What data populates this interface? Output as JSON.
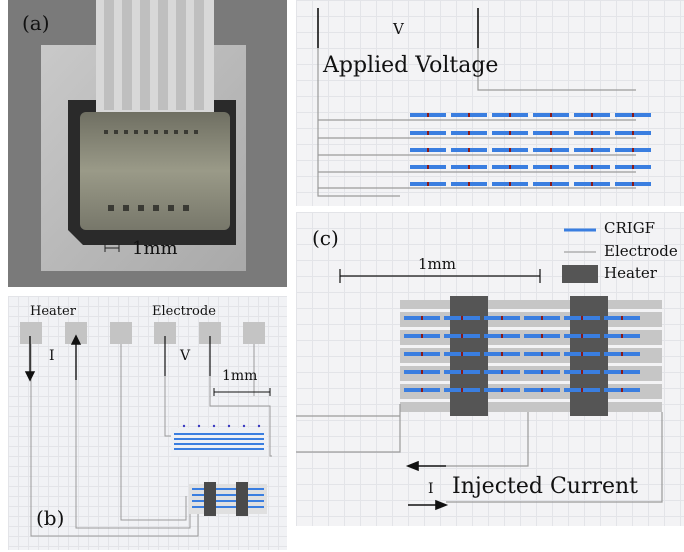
{
  "panel_a": {
    "label": "(a)",
    "scale_label": "1mm"
  },
  "panel_b": {
    "label": "(b)",
    "heater_label": "Heater",
    "electrode_label": "Electrode",
    "current_symbol": "I",
    "voltage_symbol": "V",
    "scale_label": "1mm"
  },
  "panel_top": {
    "voltage_symbol": "V",
    "applied_voltage_label": "Applied Voltage"
  },
  "panel_c": {
    "label": "(c)",
    "scale_label": "1mm",
    "current_symbol": "I",
    "injected_current_label": "Injected Current"
  },
  "legend": {
    "items": [
      {
        "name": "crigf",
        "label": "CRIGF"
      },
      {
        "name": "electrode",
        "label": "Electrode"
      },
      {
        "name": "heater",
        "label": "Heater"
      }
    ]
  },
  "colors": {
    "crigf": "#3a7ee0",
    "crigf_mark": "#8b1a1a",
    "electrode": "#b8b8b8",
    "heater": "#555555",
    "wire": "#909090"
  }
}
